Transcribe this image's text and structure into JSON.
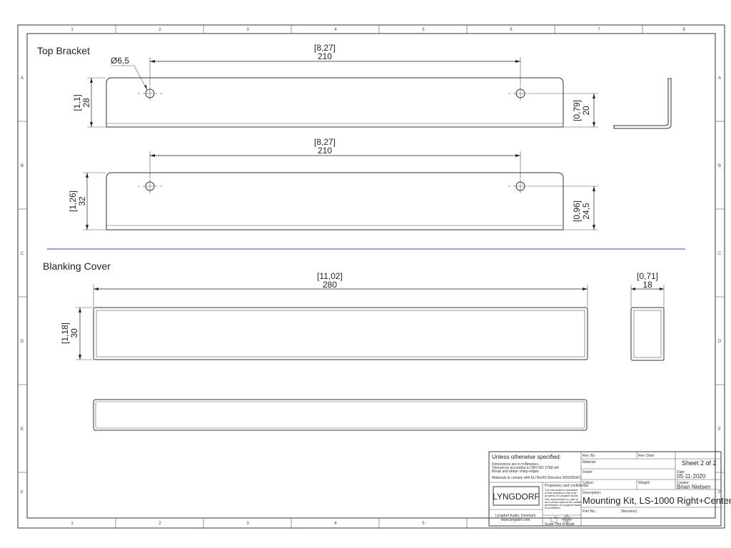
{
  "zones": {
    "columns": [
      "1",
      "2",
      "3",
      "4",
      "5",
      "6",
      "7",
      "8"
    ],
    "rows": [
      "A",
      "B",
      "C",
      "D",
      "E",
      "F"
    ]
  },
  "sections": {
    "top_bracket": "Top Bracket",
    "blanking_cover": "Blanking Cover"
  },
  "dimensions": {
    "hole_diameter": "Ø6,5",
    "bracket1_width_in": "[8,27]",
    "bracket1_width_mm": "210",
    "bracket1_height_in": "[1,1]",
    "bracket1_height_mm": "28",
    "bracket1_hole_in": "[0,79]",
    "bracket1_hole_mm": "20",
    "bracket2_width_in": "[8,27]",
    "bracket2_width_mm": "210",
    "bracket2_height_in": "[1,26]",
    "bracket2_height_mm": "32",
    "bracket2_hole_in": "[0,96]",
    "bracket2_hole_mm": "24,5",
    "cover_width_in": "[11,02]",
    "cover_width_mm": "280",
    "cover_depth_in": "[0,71]",
    "cover_depth_mm": "18",
    "cover_height_in": "[1,18]",
    "cover_height_mm": "30"
  },
  "title_block": {
    "unless_specified": "Unless otherwise specified:",
    "notes1": "Dimensions are in millimeters.",
    "notes2": "Tolerances according to DIN ISO 2768-mK",
    "notes3": "Break and debur sharp edges",
    "notes4": "Materials to comply with EU RoHS Directive 2002/95/EC",
    "proprietary_title": "Proprietary and confidential",
    "proprietary_text1": "The information contained",
    "proprietary_text2": "in this drawing is the sole",
    "proprietary_text3": "property of Lyngdorf Audio.",
    "proprietary_text4": "Any reproduction in part or",
    "proprietary_text5": "as a whole without the written",
    "proprietary_text6": "permission of Lyngdorf Audio",
    "proprietary_text7": "is prohibited.",
    "logo": "LYNGDORF",
    "company": "Lyngdorf Audio, Denmark",
    "website": "www.lyngdorf.com",
    "scale": "Scale: Not to scale",
    "rev_by_label": "Rev. By:",
    "rev_date_label": "Rev. Date:",
    "material_label": "Material:",
    "finish_label": "Finish:",
    "colour_label": "Colour:",
    "weight_label": "Weight:",
    "sheet": "Sheet 2 of 2",
    "date_label": "Date:",
    "date_value": "05-11-2020",
    "creator_label": "Creator:",
    "creator_value": "Brian Nielsen",
    "description_label": "Description:",
    "description_value": "Mounting Kit, LS-1000 Right+Center",
    "part_no_label": "Part No.:",
    "revision_label": "(Revision)"
  }
}
